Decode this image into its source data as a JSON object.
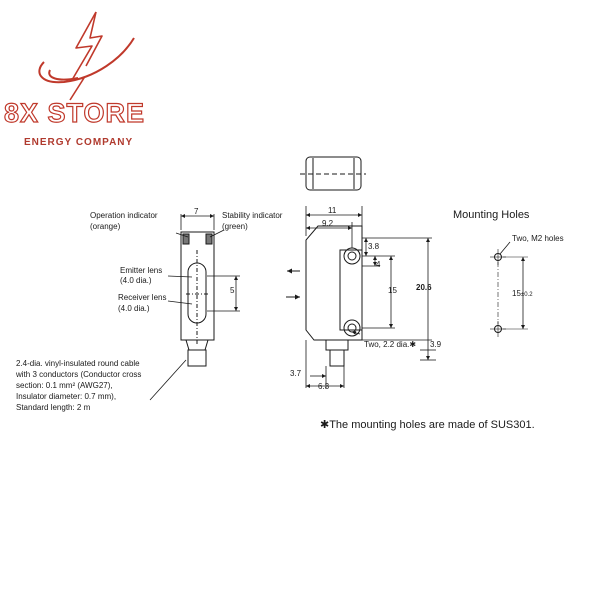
{
  "brand": {
    "name": "8X STORE",
    "tagline": "ENERGY COMPANY",
    "logo_icon": "lightning-bolt-icon",
    "color": "#c0392b"
  },
  "labels": {
    "operation_indicator": [
      "Operation indicator",
      "(orange)"
    ],
    "stability_indicator": [
      "Stability indicator",
      "(green)"
    ],
    "emitter_lens": [
      "Emitter lens",
      "(4.0 dia.)"
    ],
    "receiver_lens": [
      "Receiver lens",
      "(4.0 dia.)"
    ],
    "cable": [
      "2.4-dia. vinyl-insulated round cable",
      "with 3 conductors (Conductor cross",
      "section: 0.1 mm² (AWG27),",
      "Insulator diameter: 0.7 mm),",
      "Standard length: 2 m"
    ],
    "mounting_holes_title": "Mounting Holes",
    "two_m2_holes": "Two, M2 holes",
    "two_22_dia": "Two, 2.2 dia.✱",
    "footnote": "✱The mounting holes are made of SUS301."
  },
  "dimensions": {
    "width_front": "7",
    "width_side": "11",
    "d_9_2": "9.2",
    "d_3_8": "3.8",
    "d_4": "4",
    "d_5": "5",
    "d_15": "15",
    "d_20_6": "20.6",
    "d_3_9": "3.9",
    "d_3_7": "3.7",
    "d_6_3": "6.3",
    "hole_pitch": "15",
    "hole_tol": "±0.2"
  }
}
